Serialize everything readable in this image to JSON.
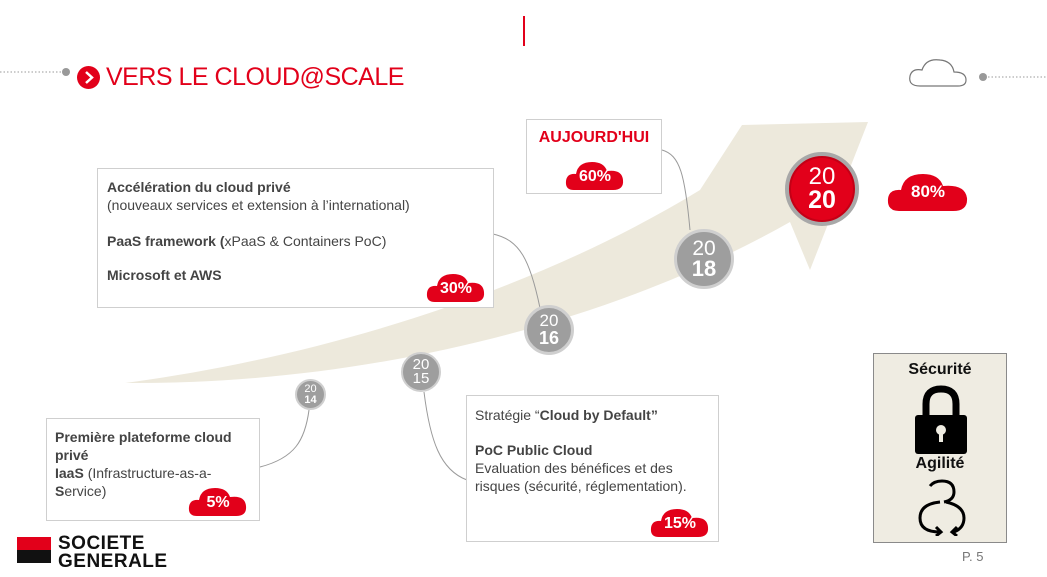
{
  "header": {
    "title": "VERS LE CLOUD@SCALE"
  },
  "today": {
    "label": "AUJOURD'HUI",
    "percent": "60%"
  },
  "years": [
    {
      "top": "20",
      "bottom": "14"
    },
    {
      "top": "20",
      "bottom": "15"
    },
    {
      "top": "20",
      "bottom": "16"
    },
    {
      "top": "20",
      "bottom": "18"
    },
    {
      "top": "20",
      "bottom": "20"
    }
  ],
  "box_private_cloud": {
    "line1_bold": "Accélération du cloud privé",
    "line2": "(nouveaux services et extension à l’international)",
    "line3_bold": "PaaS framework (",
    "line3_rest": "xPaaS & Containers PoC)",
    "line4_bold": "Microsoft et AWS",
    "percent": "30%"
  },
  "box_first_platform": {
    "line1_bold": "Première plateforme cloud privé",
    "line2_bold": "IaaS",
    "line2_rest": " (Infrastructure-as-a-",
    "line3_bold": "S",
    "line3_rest": "ervice)",
    "percent": "5%"
  },
  "box_strategy": {
    "line1_pre": "Stratégie “",
    "line1_bold": "Cloud by Default”",
    "line2_bold": "PoC Public Cloud",
    "line3": "Evaluation des bénéfices et des risques (sécurité, réglementation).",
    "percent": "15%"
  },
  "target": {
    "percent": "80%"
  },
  "side_panel": {
    "security_label": "Sécurité",
    "agility_label": "Agilité"
  },
  "brand": {
    "line1": "SOCIETE",
    "line2": "GENERALE"
  },
  "footer": {
    "page": "P. 5"
  },
  "colors": {
    "accent": "#e2001a",
    "arrow": "#ede9dc",
    "year_circle": "#9e9e9e",
    "panel_bg": "#efece2"
  }
}
